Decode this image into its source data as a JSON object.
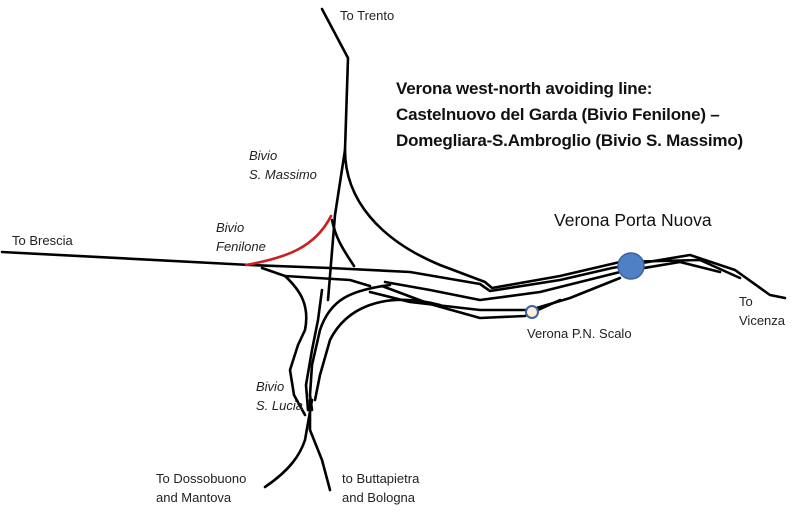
{
  "title": {
    "line1": "Verona west-north avoiding line:",
    "line2": "Castelnuovo del Garda (Bivio Fenilone) –",
    "line3": "Domegliara-S.Ambroglio (Bivio S. Massimo)"
  },
  "colors": {
    "track": "#000000",
    "new_line": "#cc1f1f",
    "main_station_fill": "#4f7fc4",
    "main_station_stroke": "#3a63a0",
    "yard_station_fill": "#fbeedc",
    "yard_station_stroke": "#3a63a0"
  },
  "destinations": {
    "trento": "To Trento",
    "brescia": "To Brescia",
    "vicenza_line1": "To",
    "vicenza_line2": "Vicenza",
    "dossobuono_line1": "To Dossobuono",
    "dossobuono_line2": "and  Mantova",
    "buttapietra_line1": "to Buttapietra",
    "buttapietra_line2": "and Bologna"
  },
  "junctions": {
    "s_massimo_line1": "Bivio",
    "s_massimo_line2": "S. Massimo",
    "fenilone_line1": "Bivio",
    "fenilone_line2": "Fenilone",
    "s_lucia_line1": "Bivio",
    "s_lucia_line2": "S. Lucia"
  },
  "stations": {
    "main": "Verona Porta Nuova",
    "yard": "Verona P.N. Scalo"
  }
}
